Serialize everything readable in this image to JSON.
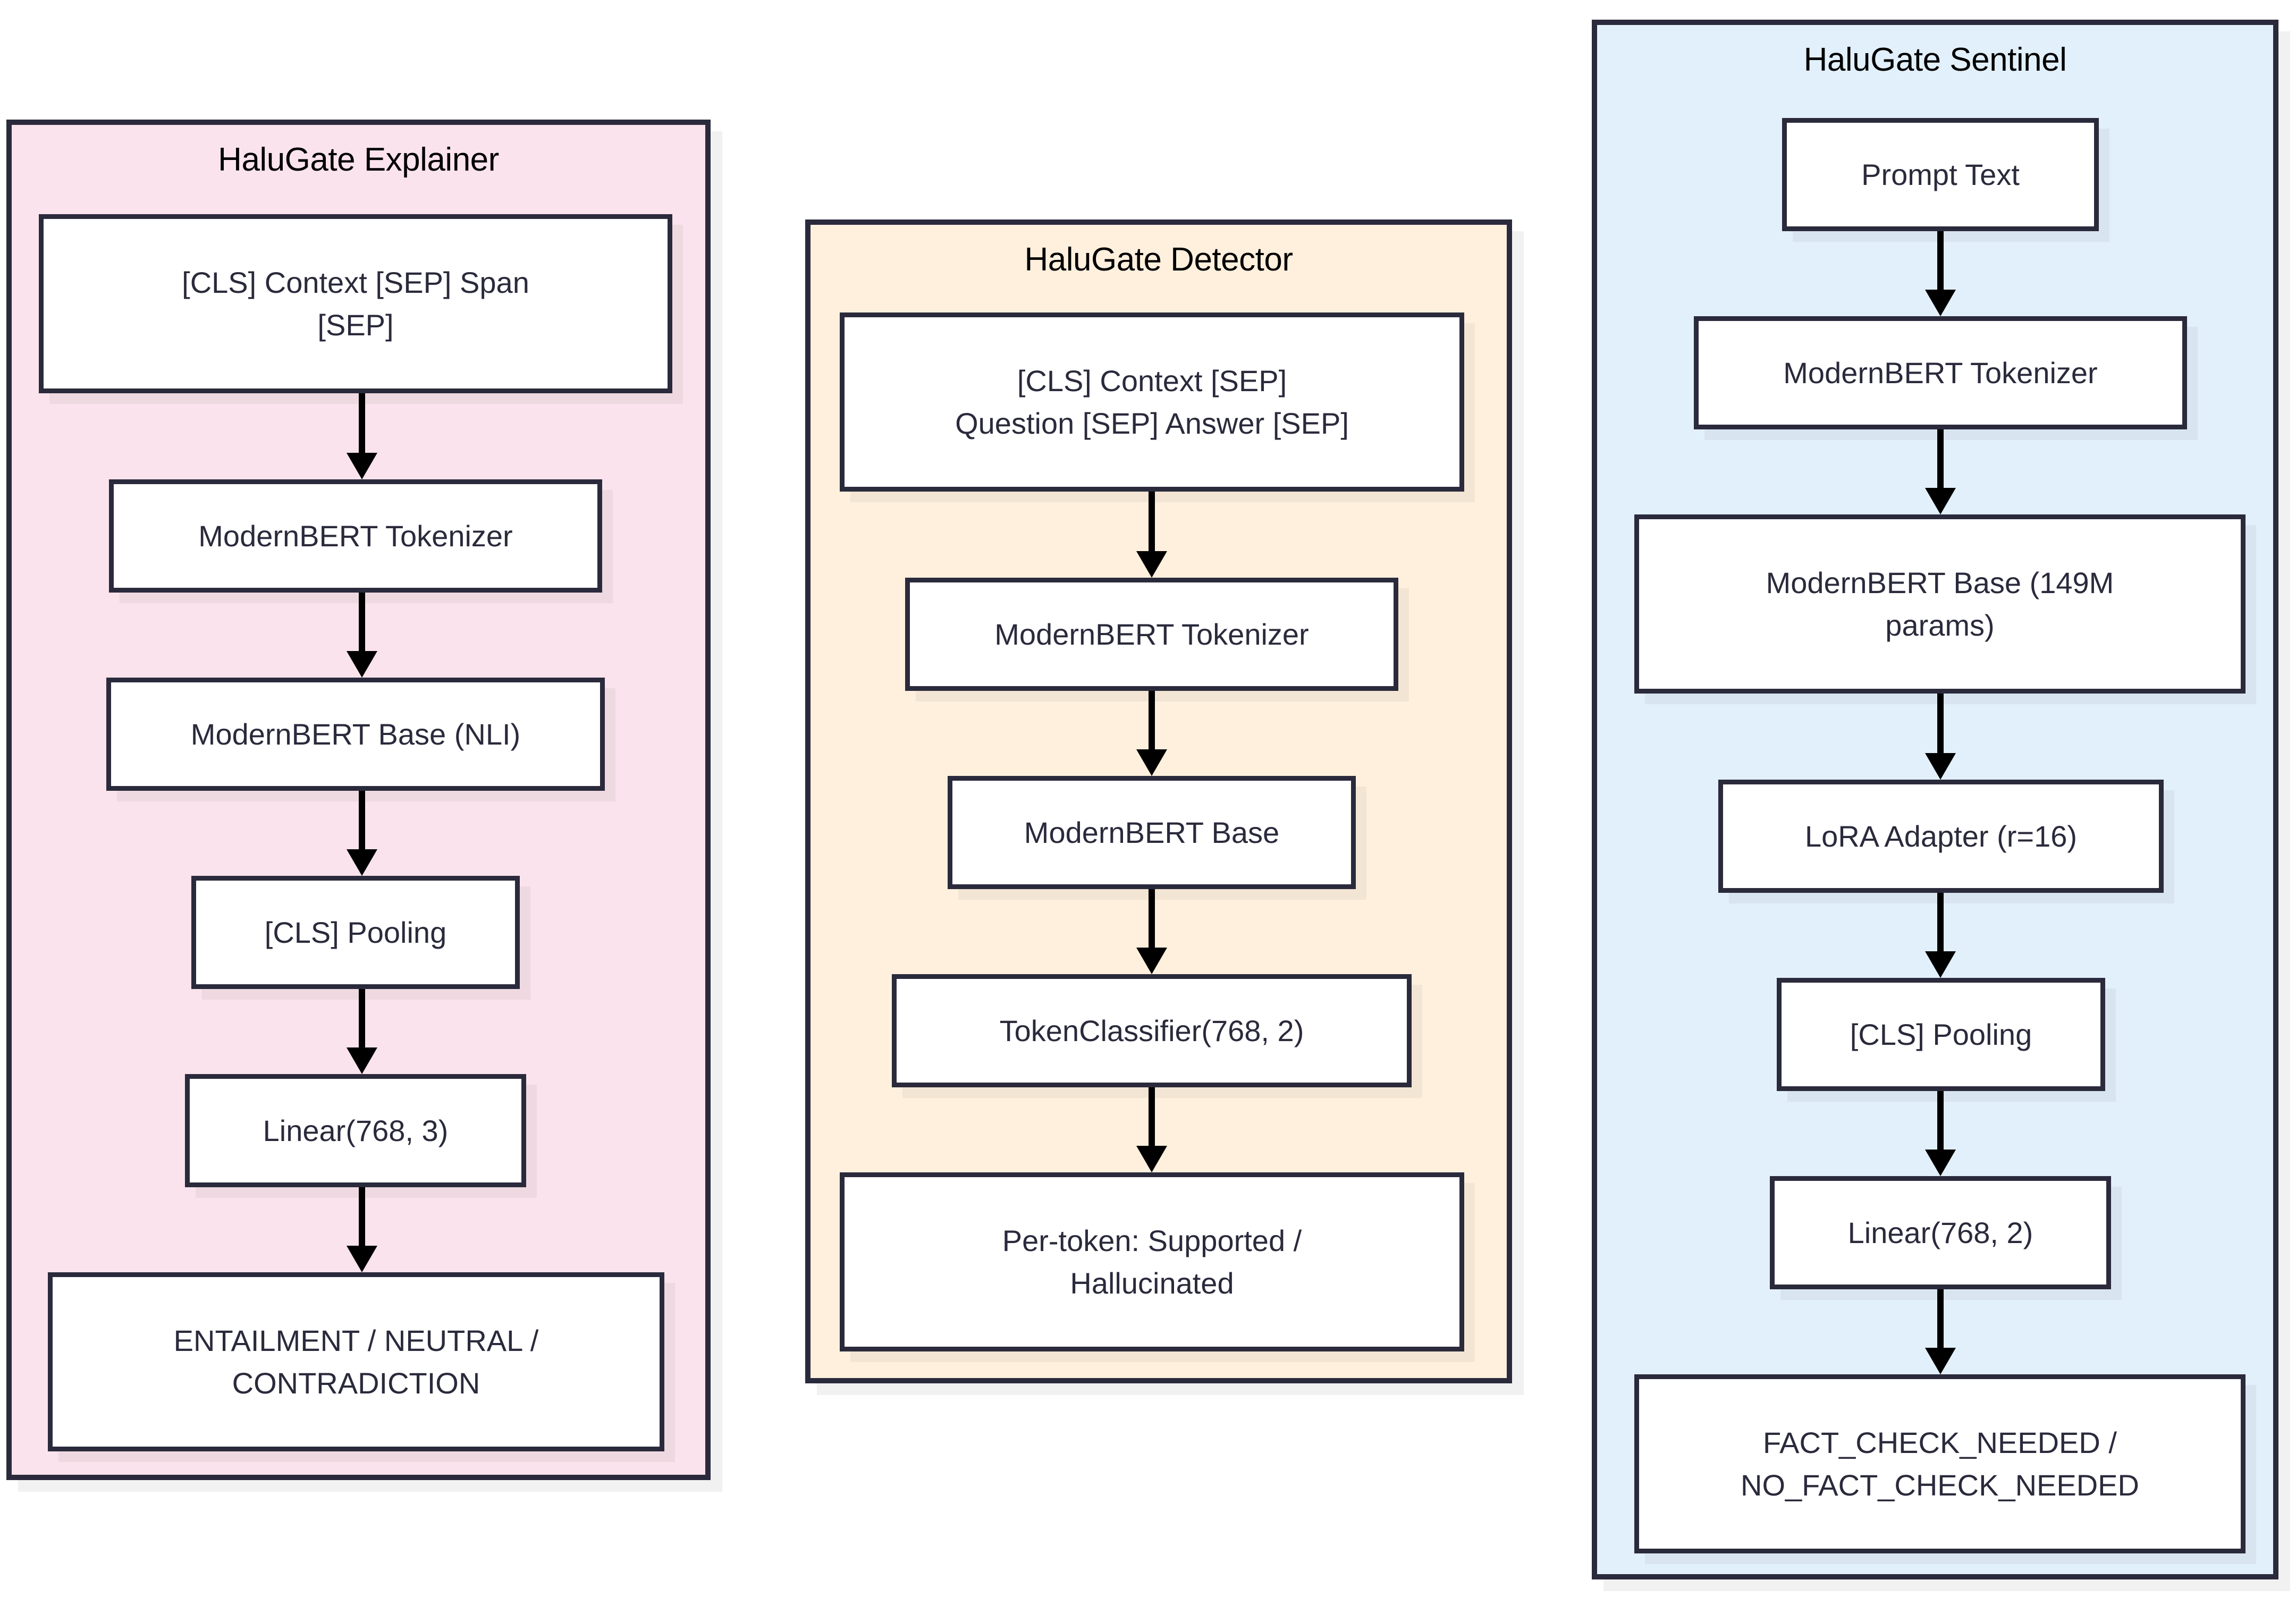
{
  "diagram": {
    "type": "flowchart",
    "orientation": "left-to-right columns, top-to-bottom flow",
    "colors": {
      "explainer_fill": "#FAE3EC",
      "detector_fill": "#FEF0DD",
      "sentinel_fill": "#E2F0FB",
      "node_fill": "#FFFFFF",
      "border": "#2A2A3C",
      "node_text": "#2A2A3C",
      "title_text": "#000000",
      "arrow": "#000000"
    }
  },
  "subgraphs": [
    {
      "id": "explainer",
      "title": "HaluGate Explainer",
      "nodes": [
        {
          "id": "exp-input",
          "label": "[CLS] Context [SEP] Span\n[SEP]"
        },
        {
          "id": "exp-tokenizer",
          "label": "ModernBERT Tokenizer"
        },
        {
          "id": "exp-base",
          "label": "ModernBERT Base (NLI)"
        },
        {
          "id": "exp-pooling",
          "label": "[CLS] Pooling"
        },
        {
          "id": "exp-linear",
          "label": "Linear(768, 3)"
        },
        {
          "id": "exp-output",
          "label": "ENTAILMENT / NEUTRAL /\nCONTRADICTION"
        }
      ],
      "edges": [
        {
          "from": "exp-input",
          "to": "exp-tokenizer"
        },
        {
          "from": "exp-tokenizer",
          "to": "exp-base"
        },
        {
          "from": "exp-base",
          "to": "exp-pooling"
        },
        {
          "from": "exp-pooling",
          "to": "exp-linear"
        },
        {
          "from": "exp-linear",
          "to": "exp-output"
        }
      ]
    },
    {
      "id": "detector",
      "title": "HaluGate Detector",
      "nodes": [
        {
          "id": "det-input",
          "label": "[CLS] Context [SEP]\nQuestion [SEP] Answer [SEP]"
        },
        {
          "id": "det-tokenizer",
          "label": "ModernBERT Tokenizer"
        },
        {
          "id": "det-base",
          "label": "ModernBERT Base"
        },
        {
          "id": "det-classifier",
          "label": "TokenClassifier(768, 2)"
        },
        {
          "id": "det-output",
          "label": "Per-token: Supported /\nHallucinated"
        }
      ],
      "edges": [
        {
          "from": "det-input",
          "to": "det-tokenizer"
        },
        {
          "from": "det-tokenizer",
          "to": "det-base"
        },
        {
          "from": "det-base",
          "to": "det-classifier"
        },
        {
          "from": "det-classifier",
          "to": "det-output"
        }
      ]
    },
    {
      "id": "sentinel",
      "title": "HaluGate Sentinel",
      "nodes": [
        {
          "id": "sen-prompt",
          "label": "Prompt Text"
        },
        {
          "id": "sen-tokenizer",
          "label": "ModernBERT Tokenizer"
        },
        {
          "id": "sen-base",
          "label": "ModernBERT Base (149M\nparams)"
        },
        {
          "id": "sen-lora",
          "label": "LoRA Adapter (r=16)"
        },
        {
          "id": "sen-pooling",
          "label": "[CLS] Pooling"
        },
        {
          "id": "sen-linear",
          "label": "Linear(768, 2)"
        },
        {
          "id": "sen-output",
          "label": "FACT_CHECK_NEEDED /\nNO_FACT_CHECK_NEEDED"
        }
      ],
      "edges": [
        {
          "from": "sen-prompt",
          "to": "sen-tokenizer"
        },
        {
          "from": "sen-tokenizer",
          "to": "sen-base"
        },
        {
          "from": "sen-base",
          "to": "sen-lora"
        },
        {
          "from": "sen-lora",
          "to": "sen-pooling"
        },
        {
          "from": "sen-pooling",
          "to": "sen-linear"
        },
        {
          "from": "sen-linear",
          "to": "sen-output"
        }
      ]
    }
  ]
}
